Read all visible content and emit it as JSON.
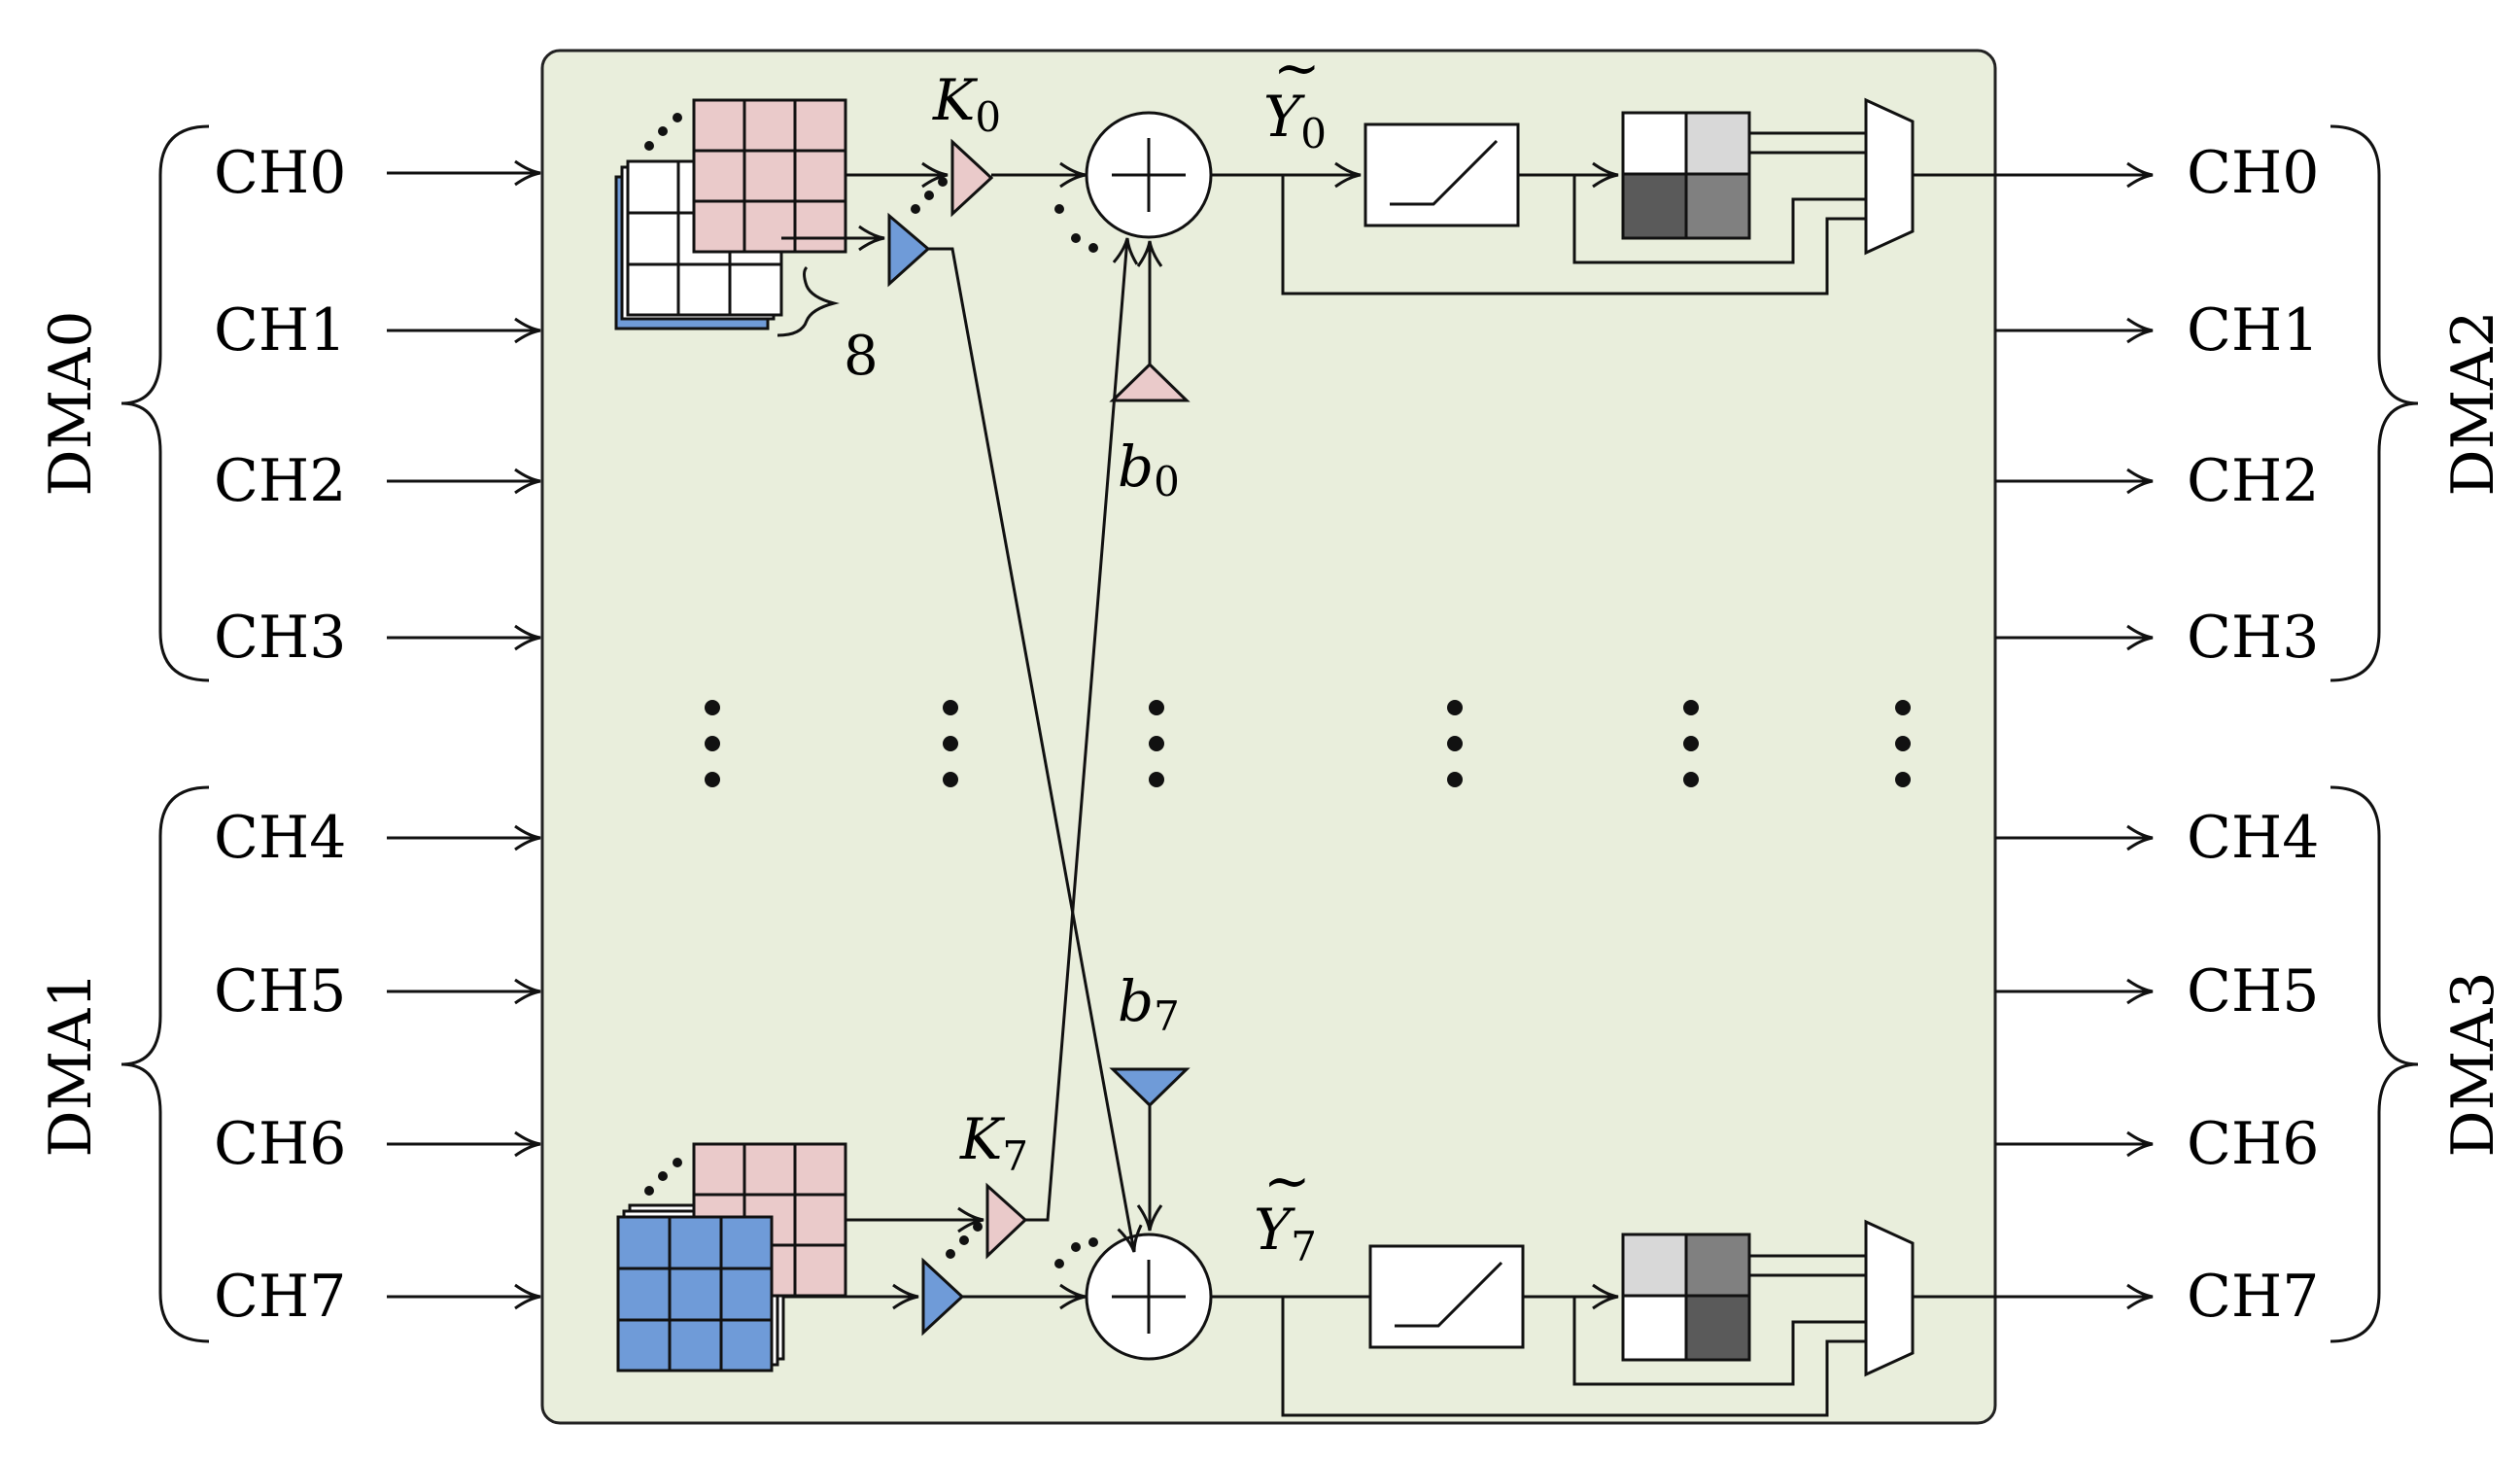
{
  "left_groups": [
    {
      "label": "DMA0",
      "channels": [
        "CH0",
        "CH1",
        "CH2",
        "CH3"
      ]
    },
    {
      "label": "DMA1",
      "channels": [
        "CH4",
        "CH5",
        "CH6",
        "CH7"
      ]
    }
  ],
  "right_groups": [
    {
      "label": "DMA2",
      "channels": [
        "CH0",
        "CH1",
        "CH2",
        "CH3"
      ]
    },
    {
      "label": "DMA3",
      "channels": [
        "CH4",
        "CH5",
        "CH6",
        "CH7"
      ]
    }
  ],
  "lanes": {
    "top": {
      "kernel": "K",
      "kernel_index": "0",
      "bias": "b",
      "bias_index": "0",
      "output": "Y",
      "output_index": "0",
      "output_accent": "~"
    },
    "bottom": {
      "kernel": "K",
      "kernel_index": "7",
      "bias": "b",
      "bias_index": "7",
      "output": "Y",
      "output_index": "7",
      "output_accent": "~"
    }
  },
  "depth_label": "8",
  "colors": {
    "panel_fill": "#e9eedc",
    "panel_stroke": "#222222",
    "pink": "#eacaca",
    "blue": "#6f9bd8",
    "pool_light": "#d8d8d8",
    "pool_mid": "#808080",
    "pool_dark": "#5a5a5a"
  },
  "icons": {
    "adder": "circle-plus-icon",
    "activation": "relu-ramp-icon",
    "kernel": "triangle-gain-icon",
    "mux": "trapezoid-mux-icon"
  }
}
